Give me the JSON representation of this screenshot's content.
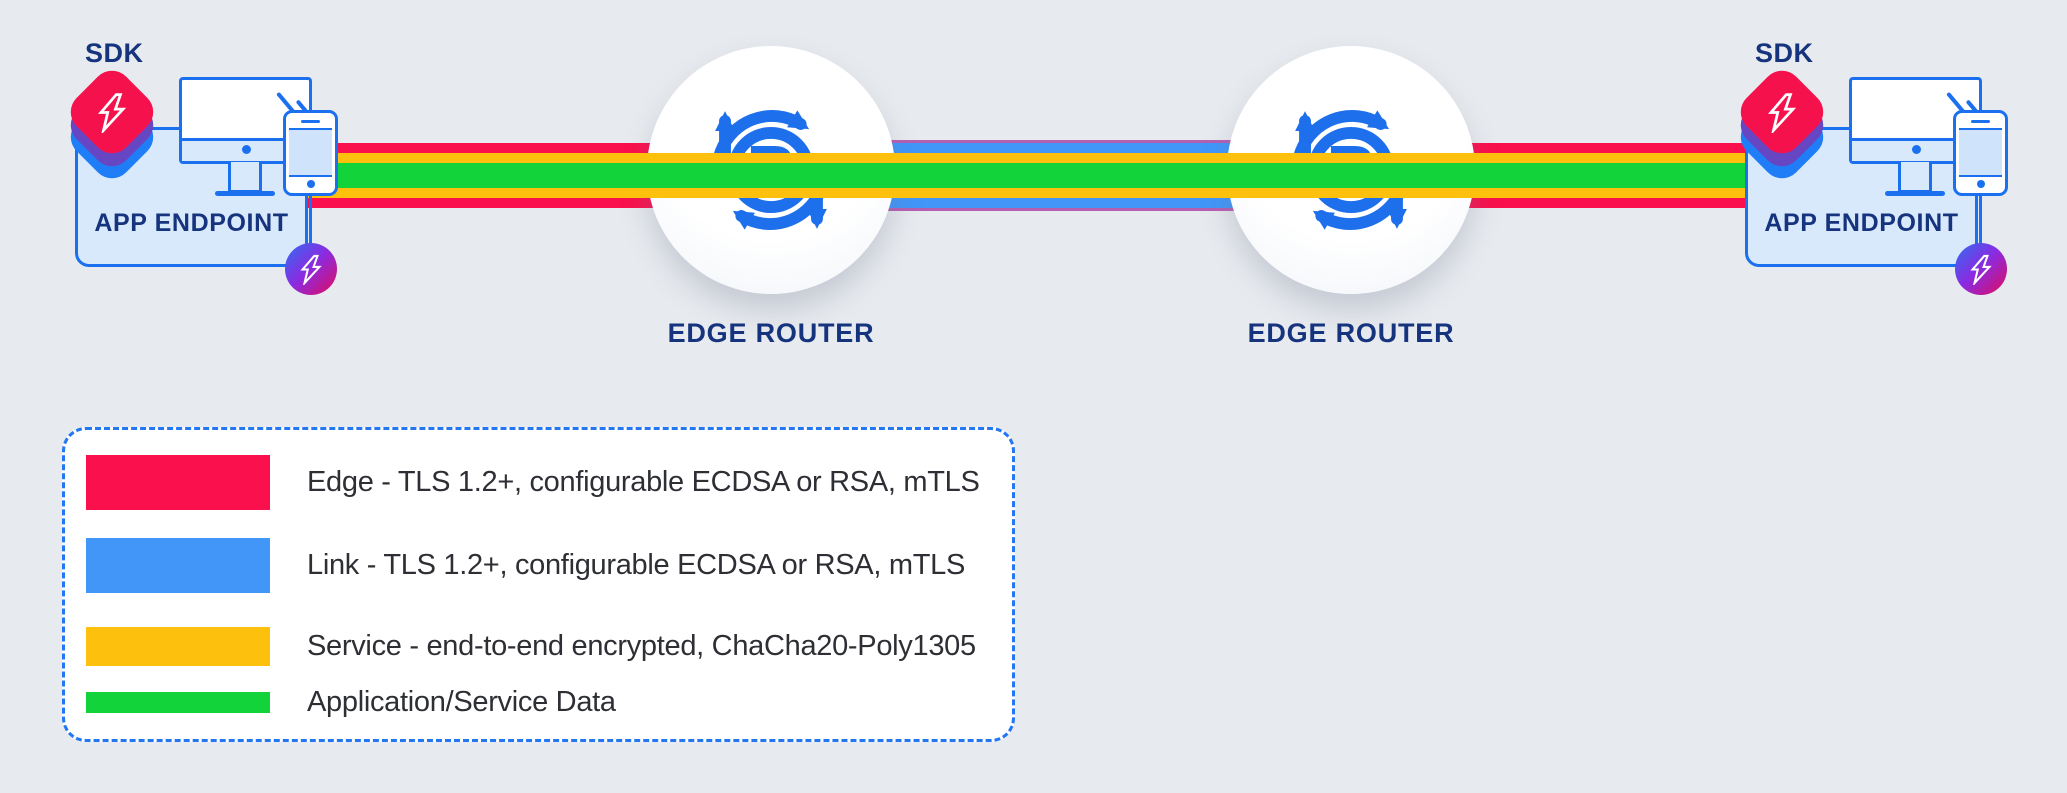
{
  "app": {
    "background": "#e7eaee"
  },
  "endpoints": {
    "left": {
      "sdk_label": "SDK",
      "label": "APP ENDPOINT"
    },
    "right": {
      "sdk_label": "SDK",
      "label": "APP ENDPOINT"
    }
  },
  "routers": {
    "left": {
      "label": "EDGE ROUTER",
      "icon_letter": "R"
    },
    "right": {
      "label": "EDGE ROUTER",
      "icon_letter": "R"
    }
  },
  "stripes": {
    "edge_color": "#f9104c",
    "link_color": "#4196f8",
    "service_color": "#fcc00d",
    "data_color": "#12d43a",
    "link_trim_color": "#b55fb0"
  },
  "icon_colors": {
    "router_blue": "#1e6feb",
    "sdk_red": "#f5114c",
    "sdk_purple": "#6746c3",
    "sdk_blue": "#1f7df7"
  },
  "legend": {
    "items": [
      {
        "name": "edge",
        "color": "#f9104c",
        "label": "Edge - TLS 1.2+, configurable ECDSA or RSA, mTLS"
      },
      {
        "name": "link",
        "color": "#4196f8",
        "label": "Link - TLS 1.2+, configurable ECDSA or RSA, mTLS"
      },
      {
        "name": "service",
        "color": "#fcc00d",
        "label": "Service - end-to-end encrypted, ChaCha20-Poly1305"
      },
      {
        "name": "data",
        "color": "#12d43a",
        "label": "Application/Service Data"
      }
    ]
  }
}
